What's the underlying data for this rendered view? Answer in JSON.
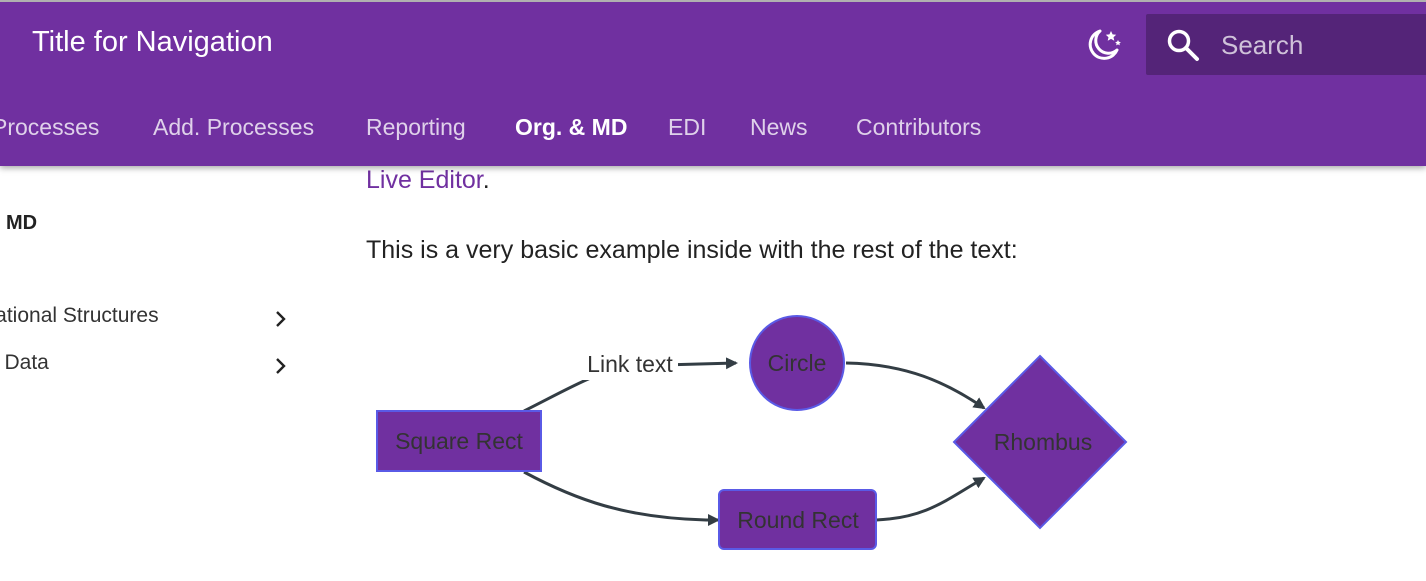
{
  "header": {
    "site_title": "Title for Navigation",
    "theme_toggle_icon": "moon-stars-icon",
    "search": {
      "icon": "search-icon",
      "placeholder": "Search"
    },
    "tabs": [
      {
        "label": "Processes"
      },
      {
        "label": "Add. Processes"
      },
      {
        "label": "Reporting"
      },
      {
        "label": "Org. & MD",
        "active": true
      },
      {
        "label": "EDI"
      },
      {
        "label": "News"
      },
      {
        "label": "Contributors"
      }
    ],
    "colors": {
      "primary": "#7030a0"
    }
  },
  "sidebar": {
    "heading": "& MD",
    "items": [
      {
        "label": "izational Structures",
        "icon": "chevron-right-icon"
      },
      {
        "label": "er Data",
        "icon": "chevron-right-icon"
      }
    ]
  },
  "content": {
    "live_editor_link": "Live Editor",
    "live_editor_suffix": ".",
    "paragraph": "This is a very basic example inside with the rest of the text:"
  },
  "diagram": {
    "nodes": {
      "square": "Square Rect",
      "circle": "Circle",
      "round": "Round Rect",
      "rhombus": "Rhombus"
    },
    "edge_label": "Link text",
    "colors": {
      "node_fill": "#7030a0",
      "node_stroke": "#5a5ae6",
      "edge": "#333d44"
    }
  }
}
